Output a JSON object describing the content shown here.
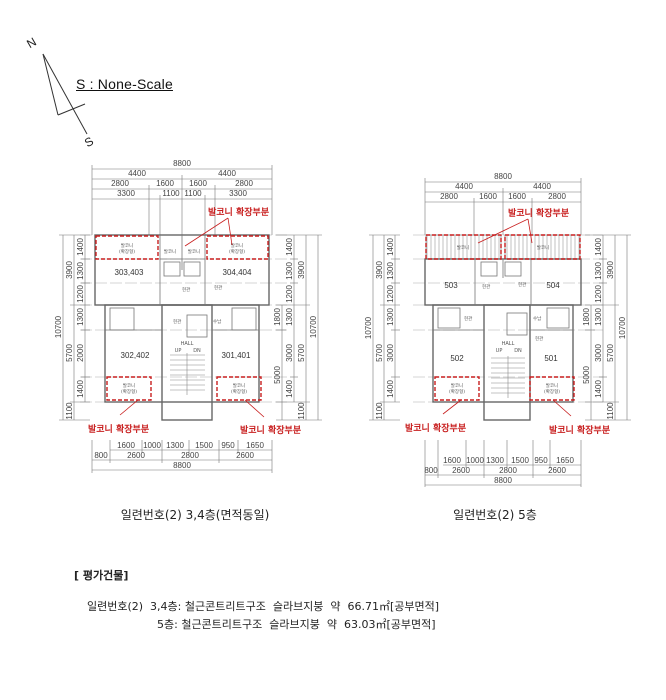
{
  "compass": {
    "north": "N",
    "south": "S"
  },
  "scale_label": "S : None-Scale",
  "plans": [
    {
      "id": "plan-3-4",
      "caption": "일련번호(2) 3,4층(면적동일)",
      "top_dims": {
        "total": "8800",
        "half": [
          "4400",
          "4400"
        ],
        "row2": [
          "2800",
          "1600",
          "1600",
          "2800"
        ],
        "row3": [
          "3300",
          "1100",
          "1100",
          "3300"
        ]
      },
      "bottom_dims": {
        "row1": [
          "1600",
          "1000",
          "1300",
          "1500",
          "950",
          "1650"
        ],
        "row2": [
          "800",
          "2600",
          "2800",
          "2600"
        ],
        "total": "8800"
      },
      "left_dims": {
        "total": "10700",
        "mid": [
          "3900",
          "5700",
          "1100"
        ],
        "inner": [
          "1400",
          "1300",
          "1200",
          "1300",
          "2000",
          "1400"
        ]
      },
      "right_dims": {
        "total": "10700",
        "mid": [
          "3900",
          "5700",
          "1100"
        ],
        "inner": [
          "1400",
          "1300",
          "1200",
          "1300",
          "3000",
          "1400"
        ],
        "outer": [
          "1800",
          "5000"
        ]
      },
      "units": [
        "303,403",
        "304,404",
        "302,402",
        "301,401"
      ],
      "hall": {
        "label": "HALL",
        "up": "UP",
        "dn": "DN"
      },
      "balcony_label": "발코니 확장부분"
    },
    {
      "id": "plan-5",
      "caption": "일련번호(2) 5층",
      "top_dims": {
        "total": "8800",
        "half": [
          "4400",
          "4400"
        ],
        "row2": [
          "2800",
          "1600",
          "1600",
          "2800"
        ]
      },
      "bottom_dims": {
        "row1": [
          "1600",
          "1000",
          "1300",
          "1500",
          "950",
          "1650"
        ],
        "row2": [
          "800",
          "2600",
          "2800",
          "2600"
        ],
        "total": "8800"
      },
      "left_dims": {
        "total": "10700",
        "mid": [
          "3900",
          "5700",
          "1100"
        ],
        "inner": [
          "1400",
          "1300",
          "1200",
          "1300",
          "3000",
          "1400"
        ]
      },
      "right_dims": {
        "total": "10700",
        "mid": [
          "3900",
          "5700",
          "1100"
        ],
        "inner": [
          "1400",
          "1300",
          "1200",
          "1300",
          "3000",
          "1400"
        ],
        "outer": [
          "1800",
          "5000"
        ]
      },
      "units": [
        "503",
        "504",
        "502",
        "501"
      ],
      "hall": {
        "label": "HALL",
        "up": "UP",
        "dn": "DN"
      },
      "balcony_label": "발코니 확장부분"
    }
  ],
  "evaluation": {
    "title": "[ 평가건물]",
    "line1": "일련번호(2)  3,4층: 철근콘트리트구조  슬라브지붕  약  66.71㎡[공부면적]",
    "line2": "5층: 철근콘트리트구조  슬라브지붕  약  63.03㎡[공부면적]"
  },
  "colors": {
    "accent_red": "#c81e1e",
    "wall": "#555555",
    "grid": "#999999"
  }
}
